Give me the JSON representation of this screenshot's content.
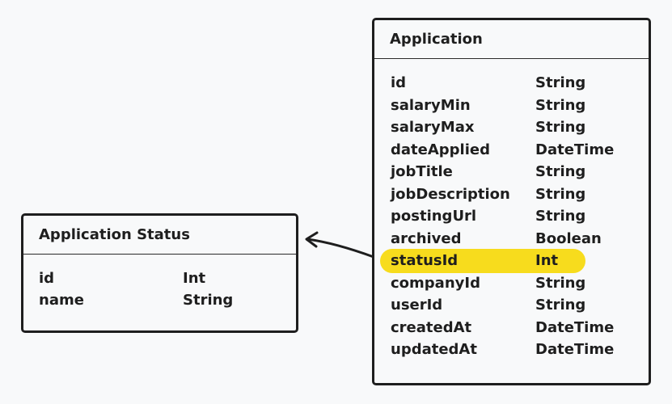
{
  "status_entity": {
    "title": "Application Status",
    "fields": [
      {
        "name": "id",
        "type": "Int"
      },
      {
        "name": "name",
        "type": "String"
      }
    ]
  },
  "application_entity": {
    "title": "Application",
    "fields": [
      {
        "name": "id",
        "type": "String"
      },
      {
        "name": "salaryMin",
        "type": "String"
      },
      {
        "name": "salaryMax",
        "type": "String"
      },
      {
        "name": "dateApplied",
        "type": "DateTime"
      },
      {
        "name": "jobTitle",
        "type": "String"
      },
      {
        "name": "jobDescription",
        "type": "String"
      },
      {
        "name": "postingUrl",
        "type": "String"
      },
      {
        "name": "archived",
        "type": "Boolean"
      },
      {
        "name": "statusId",
        "type": "Int",
        "highlighted": true
      },
      {
        "name": "companyId",
        "type": "String"
      },
      {
        "name": "userId",
        "type": "String"
      },
      {
        "name": "createdAt",
        "type": "DateTime"
      },
      {
        "name": "updatedAt",
        "type": "DateTime"
      }
    ]
  },
  "colors": {
    "highlight": "#f7dc1d",
    "stroke": "#1e1e1e",
    "background": "#f8f9fa"
  }
}
